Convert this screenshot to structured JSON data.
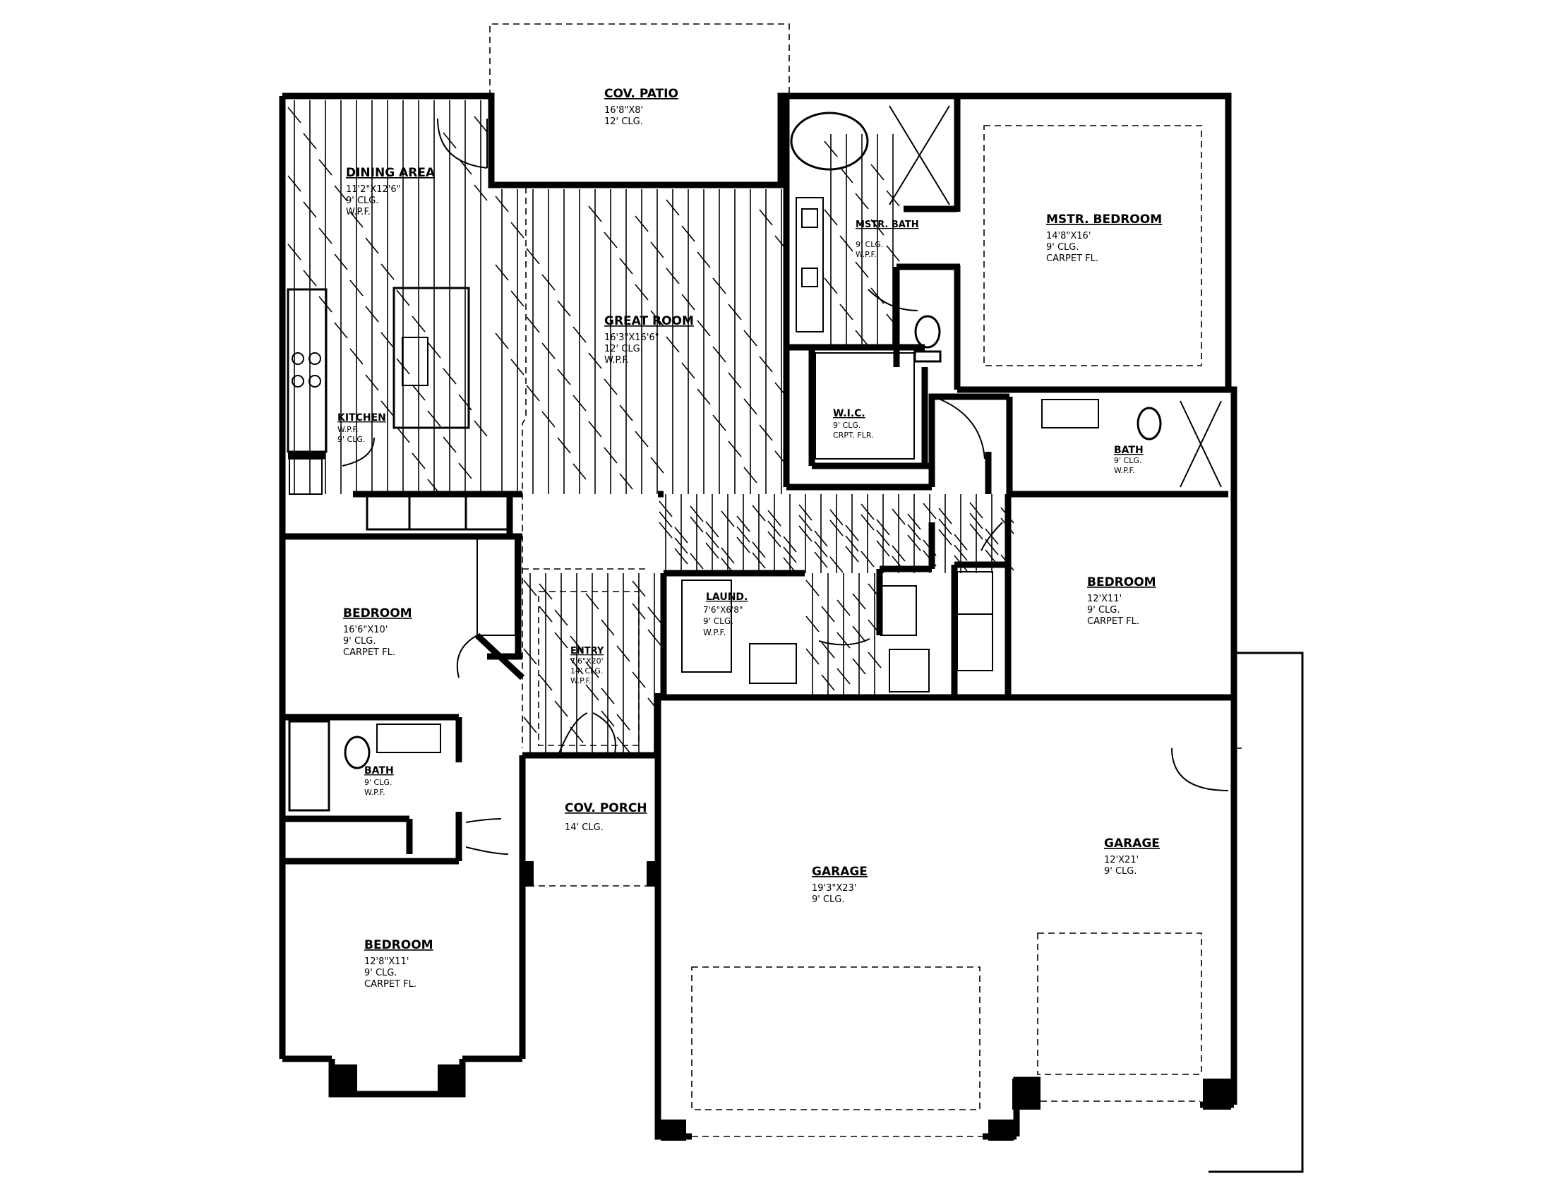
{
  "rooms": {
    "patio": {
      "name": "COV. PATIO",
      "lines": [
        "16'8\"X8'",
        "12' CLG."
      ]
    },
    "dining": {
      "name": "DINING AREA",
      "lines": [
        "11'2\"X12'6\"",
        "9' CLG.",
        "W.P.F."
      ]
    },
    "great": {
      "name": "GREAT ROOM",
      "lines": [
        "16'3\"X16'6\"",
        "12' CLG.",
        "W.P.F."
      ]
    },
    "mbath": {
      "name": "MSTR. BATH",
      "lines": [
        "9' CLG.",
        "W.P.F."
      ]
    },
    "mbed": {
      "name": "MSTR. BEDROOM",
      "lines": [
        "14'8\"X16'",
        "9' CLG.",
        "CARPET FL."
      ]
    },
    "kitchen": {
      "name": "KITCHEN",
      "lines": [
        "W.P.F.",
        "9' CLG."
      ]
    },
    "wic": {
      "name": "W.I.C.",
      "lines": [
        "9' CLG.",
        "CRPT. FLR."
      ]
    },
    "bath2": {
      "name": "BATH",
      "lines": [
        "9' CLG.",
        "W.P.F."
      ]
    },
    "bed1": {
      "name": "BEDROOM",
      "lines": [
        "16'6\"X10'",
        "9' CLG.",
        "CARPET FL."
      ]
    },
    "entry": {
      "name": "ENTRY",
      "lines": [
        "7'6\"X20'",
        "14' CLG.",
        "W.P.F."
      ]
    },
    "laund": {
      "name": "LAUND.",
      "lines": [
        "7'6\"X6'8\"",
        "9' CLG.",
        "W.P.F."
      ]
    },
    "bed2": {
      "name": "BEDROOM",
      "lines": [
        "12'X11'",
        "9' CLG.",
        "CARPET FL."
      ]
    },
    "bath3": {
      "name": "BATH",
      "lines": [
        "9' CLG.",
        "W.P.F."
      ]
    },
    "porch": {
      "name": "COV. PORCH",
      "lines": [
        "14' CLG."
      ]
    },
    "bed3": {
      "name": "BEDROOM",
      "lines": [
        "12'8\"X11'",
        "9' CLG.",
        "CARPET FL."
      ]
    },
    "garage1": {
      "name": "GARAGE",
      "lines": [
        "19'3\"X23'",
        "9' CLG."
      ]
    },
    "garage2": {
      "name": "GARAGE",
      "lines": [
        "12'X21'",
        "9' CLG."
      ]
    }
  }
}
